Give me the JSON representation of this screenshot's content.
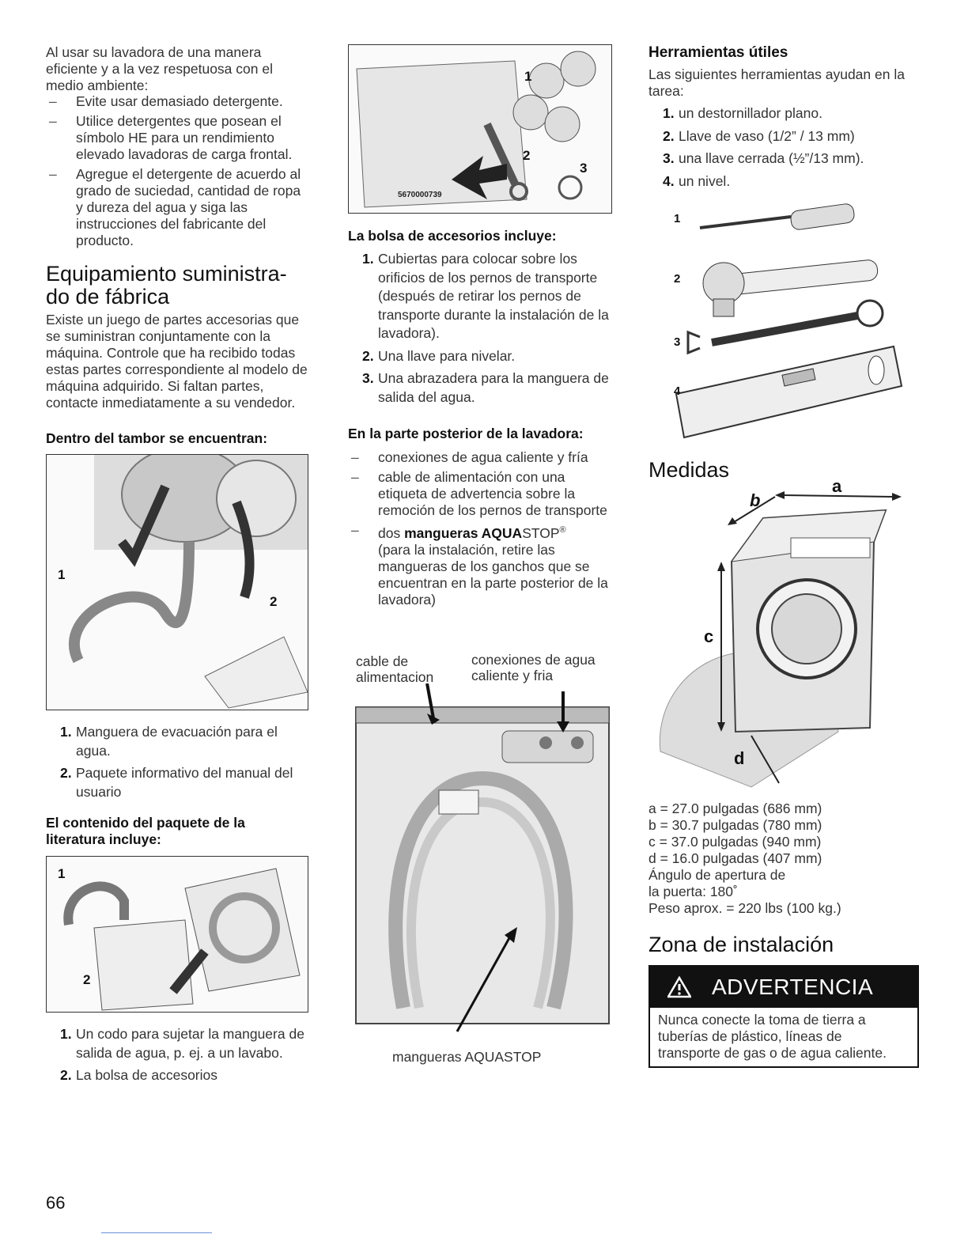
{
  "col1": {
    "intro": "Al usar su lavadora de una manera eficiente y a la vez respetuosa con el medio ambiente:",
    "tips": [
      "Evite usar demasiado detergente.",
      "Utilice detergentes que posean el símbolo HE para un rendimiento elevado lavadoras de carga frontal.",
      "Agregue el detergente de acuerdo al grado de suciedad, cantidad de ropa y dureza del agua y siga las instrucciones del fabricante del producto."
    ],
    "heading_line1": "Equipamiento suministra-",
    "heading_line2": "do de fábrica",
    "equip_text": "Existe un juego de partes accesorias que se suministran conjuntamente con la máquina. Controle que ha recibido todas estas partes correspondiente al modelo de máquina adquirido. Si faltan partes, contacte inmediatamente a su vendedor.",
    "drum_heading": "Dentro del tambor se encuentran:",
    "drum_fig_labels": [
      "1",
      "2"
    ],
    "drum_items": [
      {
        "num": "1.",
        "text": "Manguera de evacuación para el agua."
      },
      {
        "num": "2.",
        "text": "Paquete informativo del manual del usuario"
      }
    ],
    "lit_heading": "El contenido del paquete de la literatura incluye:",
    "lit_fig_labels": [
      "1",
      "2"
    ],
    "lit_items": [
      {
        "num": "1.",
        "text": "Un codo para sujetar la manguera de salida de agua, p. ej. a un lavabo."
      },
      {
        "num": "2.",
        "text": "La bolsa de accesorios"
      }
    ],
    "page_number": "66"
  },
  "col2": {
    "bag_fig_labels": [
      "1",
      "2",
      "3"
    ],
    "bag_code": "5670000739",
    "bag_heading": "La bolsa de accesorios incluye:",
    "bag_items": [
      {
        "num": "1.",
        "text": "Cubiertas para colocar sobre los orificios de los pernos de transporte (después de retirar los pernos de transporte durante la instalación de la lavadora)."
      },
      {
        "num": "2.",
        "text": "Una llave para nivelar."
      },
      {
        "num": "3.",
        "text": "Una abrazadera para la manguera de salida del agua."
      }
    ],
    "rear_heading": "En la parte posterior de la lavadora:",
    "rear_items": [
      "conexiones de agua caliente y fría",
      "cable de alimentación con una etiqueta de advertencia sobre la remoción de los pernos de transporte"
    ],
    "rear_item3_pre": "dos ",
    "rear_item3_bold": "mangueras AQUA",
    "rear_item3_stop": "STOP",
    "rear_item3_reg": "®",
    "rear_item3_rest": "(para la instalación, retire las mangueras de los ganchos que se encuentran en la parte posterior de la lavadora)",
    "label_cable_1": "cable de",
    "label_cable_2": "alimentacion",
    "label_conn_1": "conexiones de agua",
    "label_conn_2": "caliente y fria",
    "label_hoses": "mangueras AQUASTOP"
  },
  "col3": {
    "tools_heading": "Herramientas útiles",
    "tools_intro": "Las siguientes herramientas ayudan en la tarea:",
    "tools": [
      {
        "num": "1.",
        "text": "un destornillador plano."
      },
      {
        "num": "2.",
        "text": "Llave de vaso (1/2” / 13 mm)"
      },
      {
        "num": "3.",
        "text": "una llave cerrada (½”/13 mm)."
      },
      {
        "num": "4.",
        "text": "un nivel."
      }
    ],
    "tool_fig_labels": [
      "1",
      "2",
      "3",
      "4"
    ],
    "measures_heading": "Medidas",
    "dim_labels": [
      "a",
      "b",
      "c",
      "d"
    ],
    "measures": [
      "a = 27.0 pulgadas (686 mm)",
      "b = 30.7 pulgadas (780 mm)",
      "c = 37.0 pulgadas (940 mm)",
      "d = 16.0 pulgadas (407 mm)",
      "Ángulo de apertura de",
      "la puerta: 180˚",
      "Peso aprox. = 220 lbs (100 kg.)"
    ],
    "install_heading": "Zona de instalación",
    "warning_title": "ADVERTENCIA",
    "warning_text": "Nunca conecte la toma de tierra a tuberías de plástico, líneas de transporte de gas o de agua caliente."
  }
}
